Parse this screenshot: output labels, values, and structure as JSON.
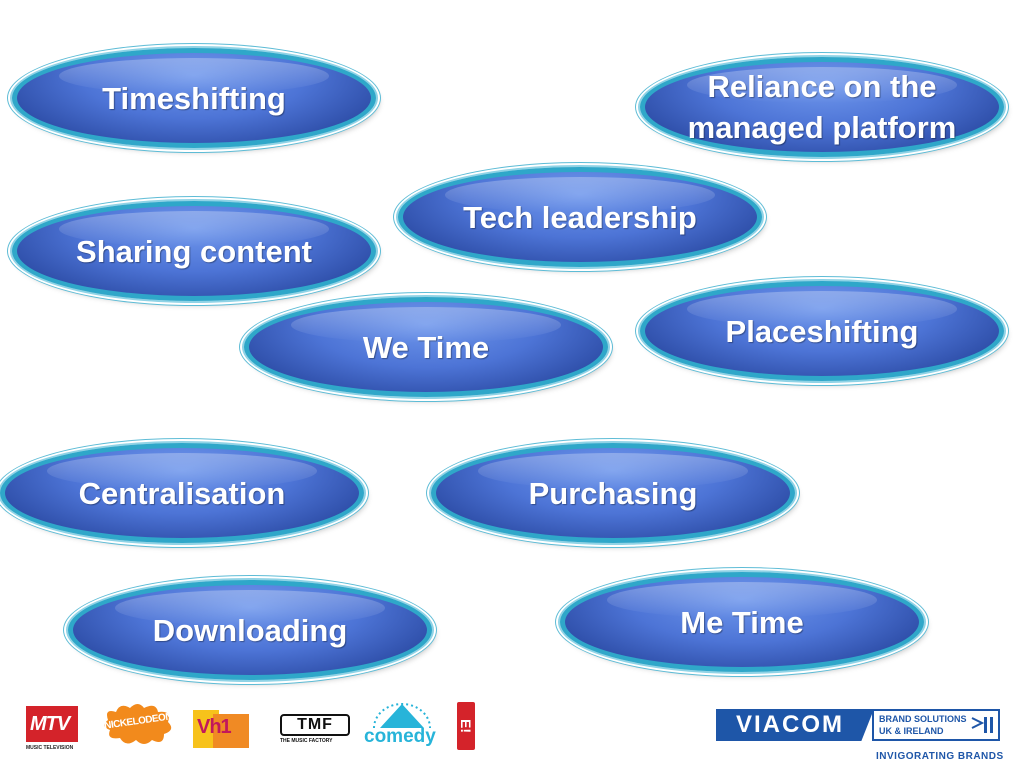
{
  "bubbles": {
    "timeshifting": "Timeshifting",
    "reliance": "Reliance on the managed platform",
    "tech_leadership": "Tech leadership",
    "sharing_content": "Sharing content",
    "we_time": "We Time",
    "placeshifting": "Placeshifting",
    "centralisation": "Centralisation",
    "purchasing": "Purchasing",
    "downloading": "Downloading",
    "me_time": "Me Time"
  },
  "logos": {
    "mtv_main": "MTV",
    "mtv_sub": "MUSIC TELEVISION",
    "nickelodeon": "NICKELODEON",
    "vh1": "Vh1",
    "tmf_main": "TMF",
    "tmf_sub": "THE MUSIC FACTORY",
    "comedy": "comedy",
    "e": "E!",
    "viacom": "VIACOM",
    "viacom_line1": "BRAND SOLUTIONS",
    "viacom_line2": "UK & IRELAND",
    "viacom_tagline": "INVIGORATING BRANDS"
  },
  "colors": {
    "bubble_fill": "#4d74d6",
    "bubble_ring": "#2fa7c9",
    "viacom_blue": "#1e56a8",
    "nickelodeon_orange": "#f28a1c",
    "mtv_red": "#d4232a"
  }
}
